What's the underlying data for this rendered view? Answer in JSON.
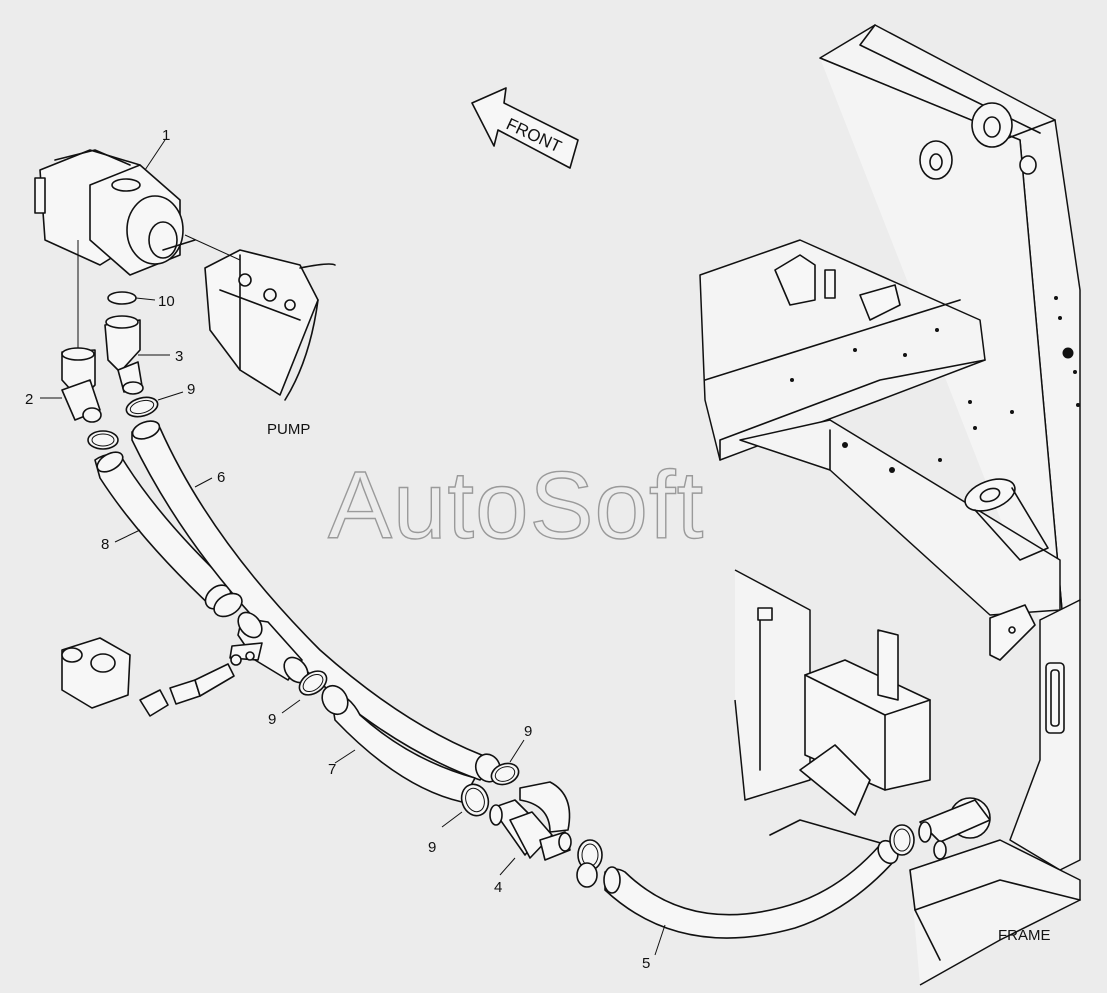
{
  "watermark": "AutoSoft",
  "direction_label": "FRONT",
  "section_labels": {
    "pump": "PUMP",
    "frame": "FRAME"
  },
  "callouts": {
    "pump_1": "1",
    "elbow_2": "2",
    "fitting_3": "3",
    "fitting_4": "4",
    "hose_5": "5",
    "hose_6": "6",
    "hose_7": "7",
    "hose_8": "8",
    "clamp_9a": "9",
    "clamp_9b": "9",
    "clamp_9c": "9",
    "clamp_9d": "9",
    "oring_10": "10"
  }
}
